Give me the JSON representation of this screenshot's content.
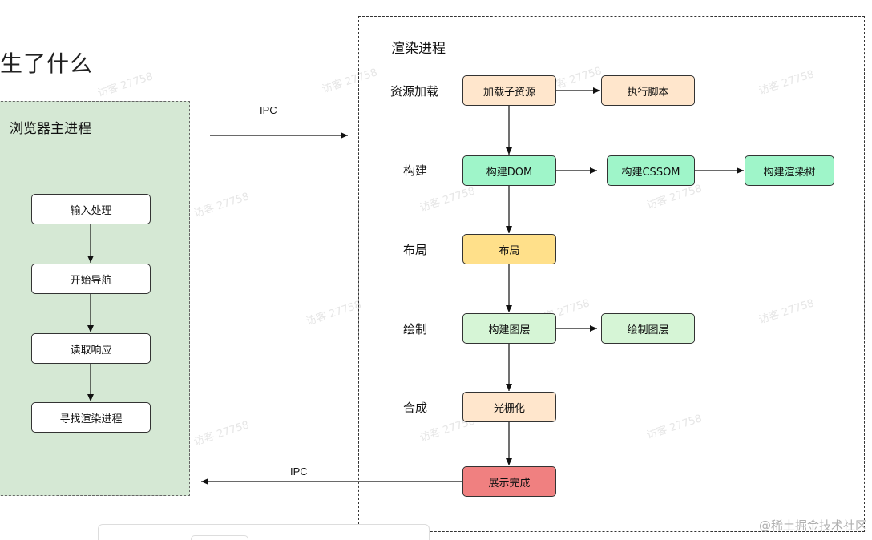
{
  "heading": "生了什么",
  "browser_process": {
    "title": "浏览器主进程",
    "steps": [
      "输入处理",
      "开始导航",
      "读取响应",
      "寻找渲染进程"
    ]
  },
  "ipc": {
    "forward": "IPC",
    "back": "IPC"
  },
  "renderer_process": {
    "title": "渲染进程",
    "stages": {
      "resources": "资源加载",
      "build": "构建",
      "layout": "布局",
      "paint": "绘制",
      "composite": "合成"
    },
    "nodes": {
      "load_subresources": "加载子资源",
      "execute_script": "执行脚本",
      "build_dom": "构建DOM",
      "build_cssom": "构建CSSOM",
      "build_render_tree": "构建渲染树",
      "layout": "布局",
      "build_layers": "构建图层",
      "paint_layers": "绘制图层",
      "rasterize": "光栅化",
      "display_done": "展示完成"
    }
  },
  "watermark": "访客 27758",
  "corner_watermark": "@稀土掘金技术社区",
  "colors": {
    "browser_panel_bg": "#d5e8d4",
    "peach": "#ffe6cc",
    "green": "#9ff5c9",
    "yellow": "#ffe08a",
    "light_green": "#d6f5d6",
    "red": "#f08080"
  }
}
